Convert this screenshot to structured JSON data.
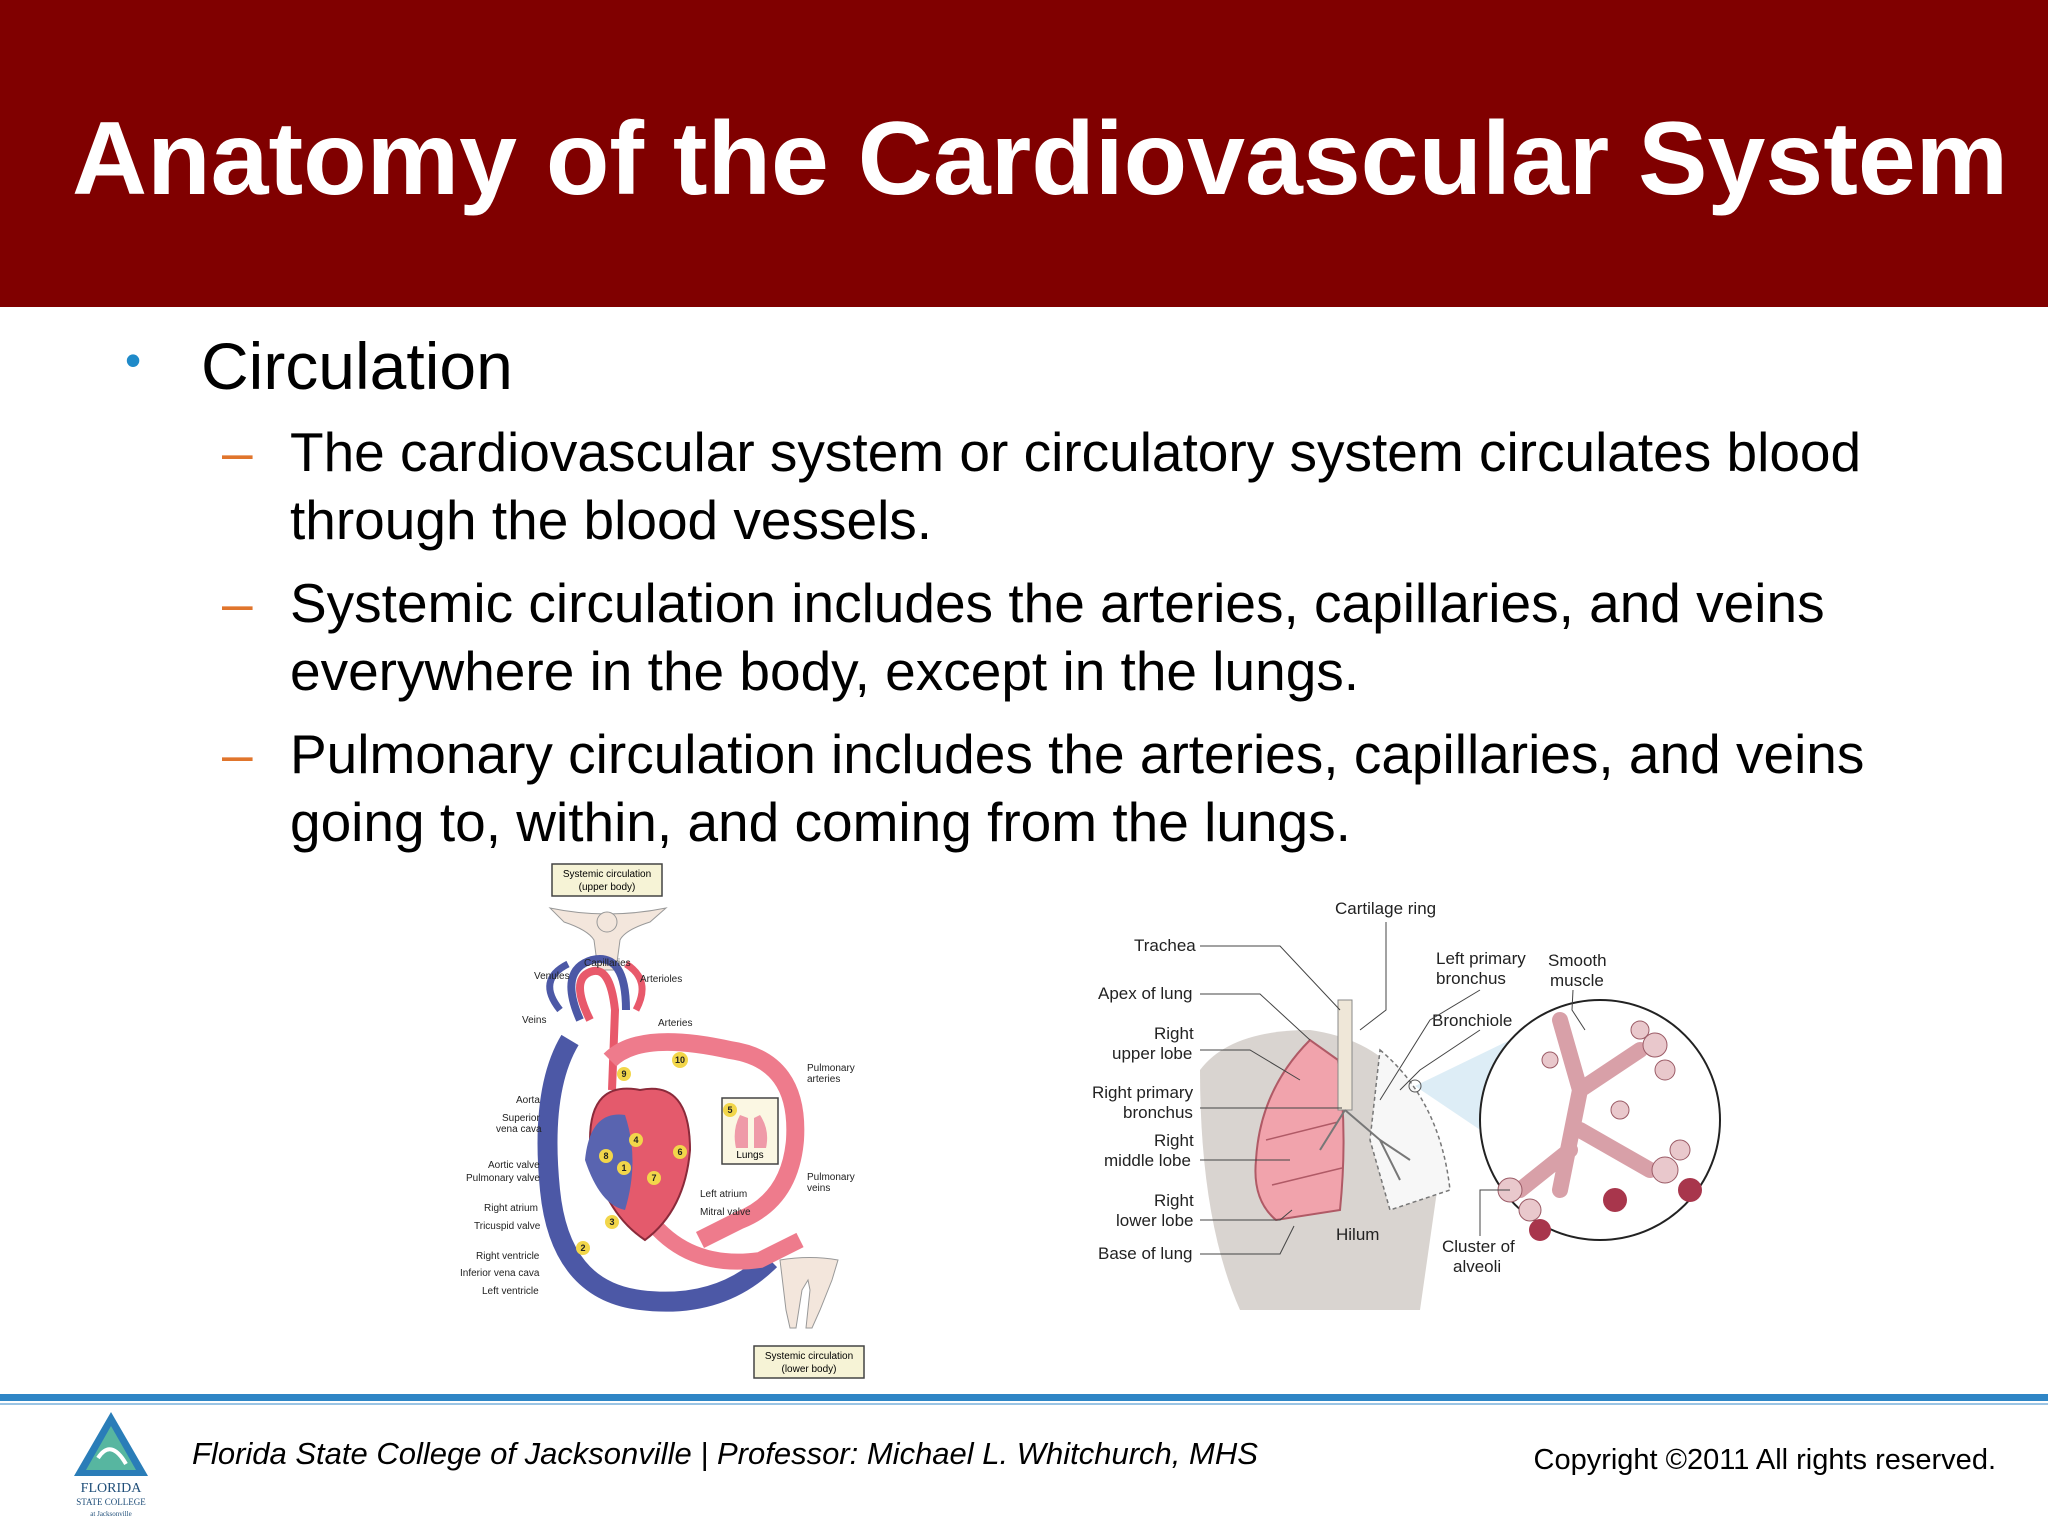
{
  "slide": {
    "title": "Anatomy of the Cardiovascular System",
    "bullet": "Circulation",
    "sub_bullets": [
      "The cardiovascular system or circulatory system circulates blood through the blood vessels.",
      "Systemic circulation includes the arteries, capillaries, and veins everywhere in the body, except in the lungs.",
      "Pulmonary circulation includes the arteries, capillaries, and veins going to, within, and coming from the lungs."
    ],
    "bullet_marker": "•",
    "dash_marker": "–"
  },
  "circulation_figure": {
    "box_upper": [
      "Systemic circulation",
      "(upper body)"
    ],
    "box_lower": [
      "Systemic circulation",
      "(lower body)"
    ],
    "lungs_label": "Lungs",
    "labels": {
      "capillaries": "Capillaries",
      "venules": "Venules",
      "arterioles": "Arterioles",
      "veins": "Veins",
      "arteries": "Arteries",
      "pulmonary_arteries": [
        "Pulmonary",
        "arteries"
      ],
      "aorta": "Aorta",
      "superior_vena_cava": [
        "Superior",
        "vena cava"
      ],
      "aortic_valve": "Aortic valve",
      "pulmonary_valve": "Pulmonary valve",
      "pulmonary_veins": [
        "Pulmonary",
        "veins"
      ],
      "left_atrium": "Left atrium",
      "mitral_valve": "Mitral valve",
      "right_atrium": "Right atrium",
      "tricuspid_valve": "Tricuspid valve",
      "right_ventricle": "Right ventricle",
      "inferior_vena_cava": "Inferior vena cava",
      "left_ventricle": "Left ventricle"
    },
    "step_numbers": [
      "1",
      "2",
      "3",
      "4",
      "5",
      "6",
      "7",
      "8",
      "9",
      "10"
    ]
  },
  "lung_figure": {
    "labels": {
      "cartilage_ring": "Cartilage ring",
      "trachea": "Trachea",
      "left_primary_bronchus": [
        "Left primary",
        "bronchus"
      ],
      "smooth_muscle": [
        "Smooth",
        "muscle"
      ],
      "apex_of_lung": "Apex of lung",
      "bronchiole": "Bronchiole",
      "right_upper_lobe": [
        "Right",
        "upper lobe"
      ],
      "right_primary_bronchus": [
        "Right primary",
        "bronchus"
      ],
      "right_middle_lobe": [
        "Right",
        "middle lobe"
      ],
      "right_lower_lobe": [
        "Right",
        "lower lobe"
      ],
      "hilum": "Hilum",
      "cluster_of_alveoli": [
        "Cluster of",
        "alveoli"
      ],
      "base_of_lung": "Base of lung"
    }
  },
  "footer": {
    "institution": "Florida State College of Jacksonville  |  Professor: Michael L. Whitchurch, MHS",
    "copyright": "Copyright ©2011  All rights reserved.",
    "logo_text": [
      "FLORIDA",
      "STATE COLLEGE",
      "at Jacksonville"
    ]
  },
  "colors": {
    "title_bar": "#800000",
    "bullet": "#1f8ac9",
    "dash": "#e0752c",
    "footer_line": "#2f86c6"
  }
}
